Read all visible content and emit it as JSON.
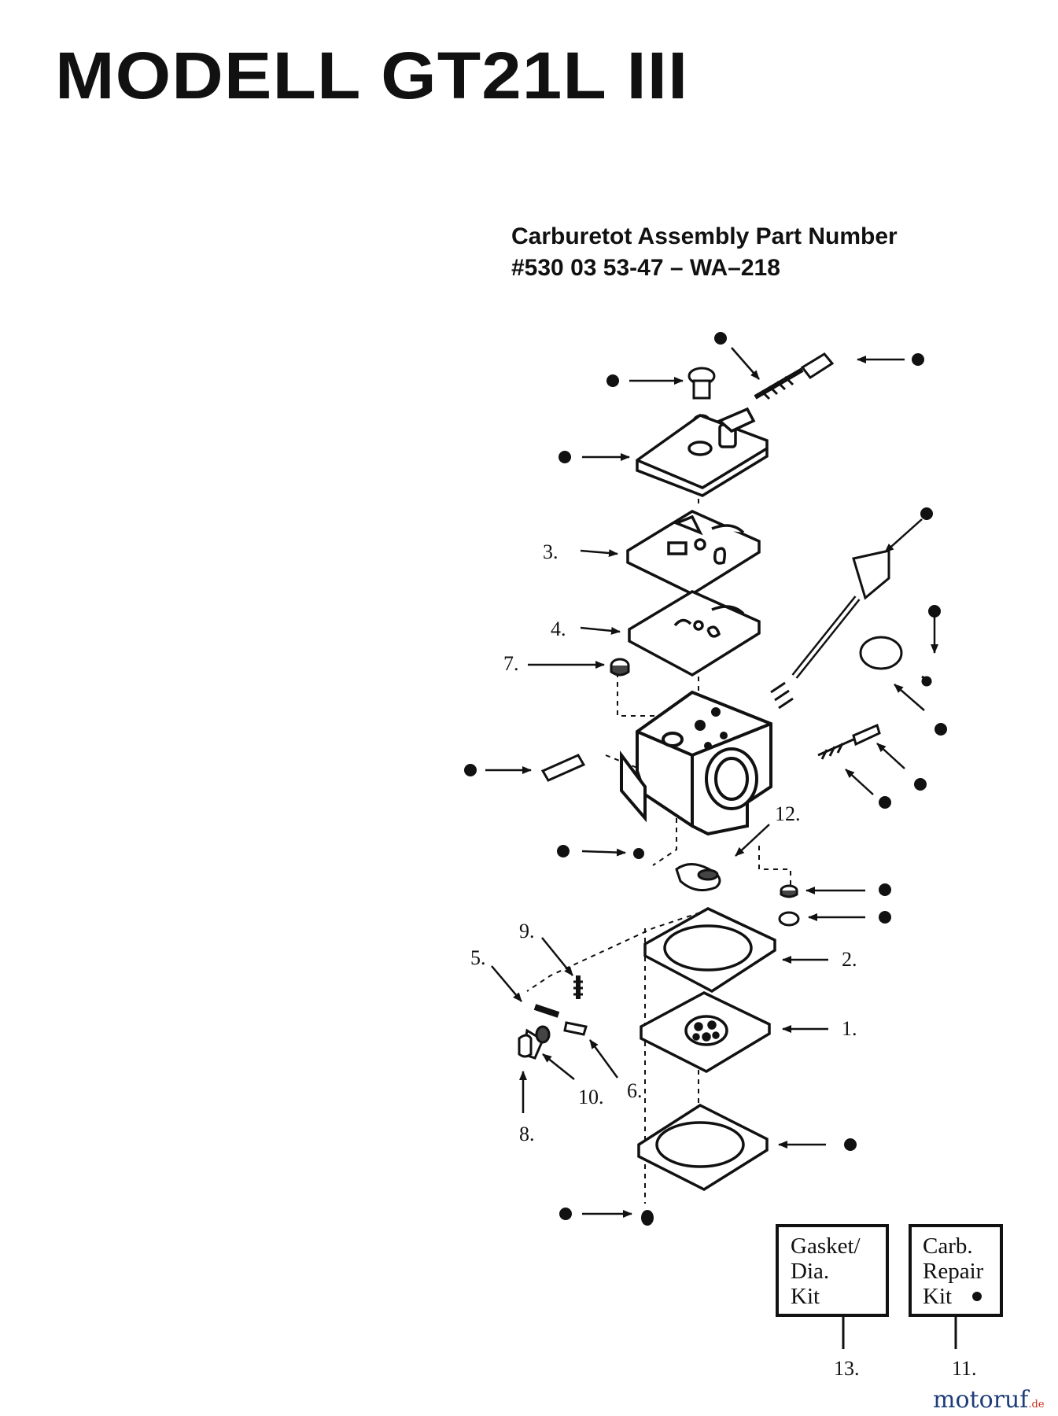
{
  "title": "MODELL GT21L III",
  "subtitle": {
    "line1": "Carburetot Assembly Part Number",
    "line2": "#530 03 53-47 – WA–218"
  },
  "callouts": {
    "c1": "1.",
    "c2": "2.",
    "c3": "3.",
    "c4": "4.",
    "c5": "5.",
    "c6": "6.",
    "c7": "7.",
    "c8": "8.",
    "c9": "9.",
    "c10": "10.",
    "c11": "11.",
    "c12": "12.",
    "c13": "13."
  },
  "kits": {
    "gasket": {
      "line1": "Gasket/",
      "line2": "Dia.",
      "line3": "Kit"
    },
    "repair": {
      "line1": "Carb.",
      "line2": "Repair",
      "line3": "Kit"
    }
  },
  "watermark": {
    "brand": "motoruf",
    "suffix": ".de"
  },
  "colors": {
    "ink": "#111111",
    "background": "#ffffff",
    "brand_blue": "#1f3d7a",
    "brand_red": "#cc2a1c"
  }
}
